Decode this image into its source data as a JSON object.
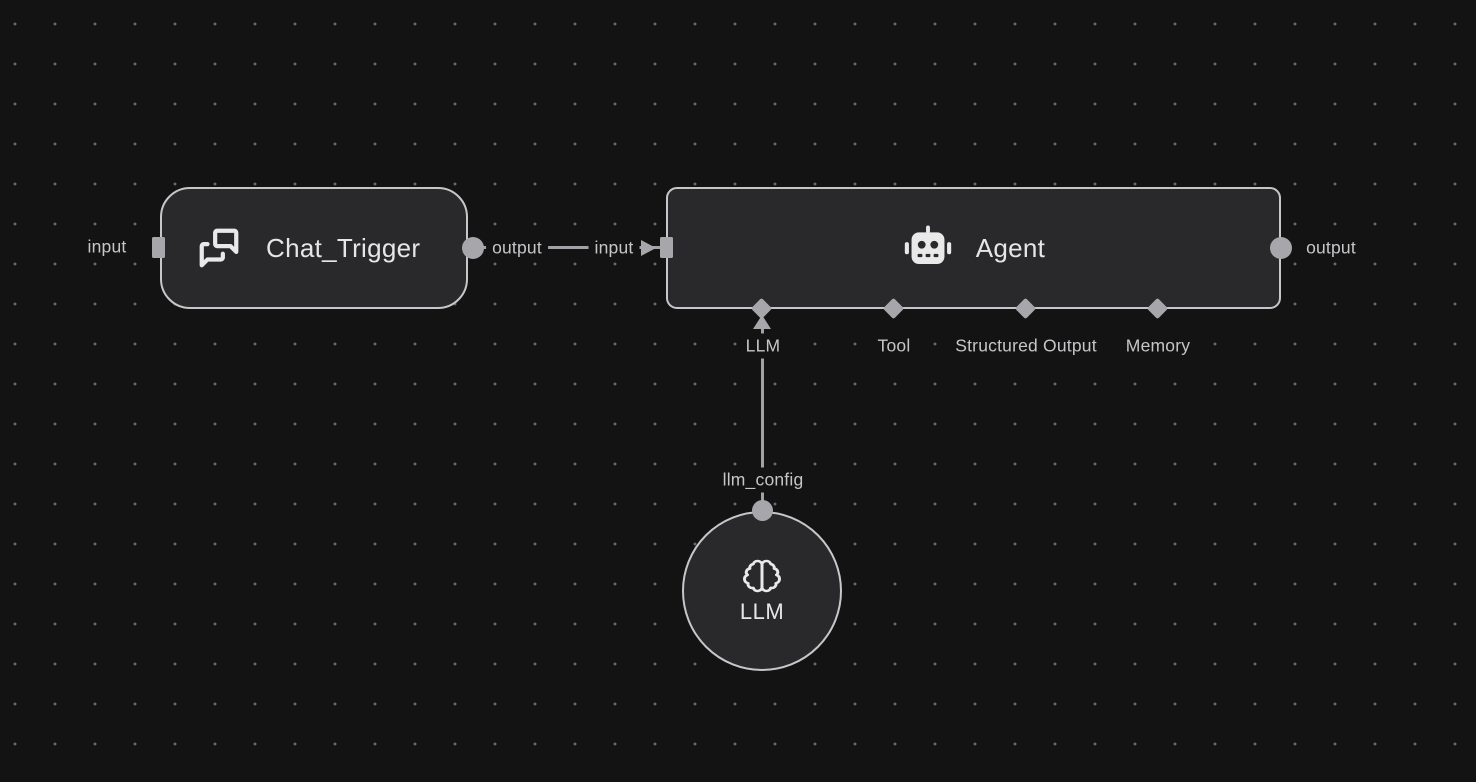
{
  "app": {
    "view": "workflow-canvas"
  },
  "colors": {
    "canvas_bg": "#131314",
    "grid_dot": "#6a6a6e",
    "node_fill": "#29292b",
    "node_border": "#c7c7ca",
    "connector": "#a6a6ab",
    "edge": "#a2a2a6",
    "title_text": "#e6e6e8",
    "label_text": "#c6c6c9",
    "icon_color": "#e9e9ea"
  },
  "nodes": {
    "chat_trigger": {
      "title": "Chat_Trigger",
      "icon": "chat-bubbles-icon",
      "ports": {
        "input": "input",
        "output": "output"
      }
    },
    "agent": {
      "title": "Agent",
      "icon": "robot-icon",
      "ports": {
        "input": "input",
        "output": "output"
      },
      "bottom_ports": [
        {
          "label": "LLM"
        },
        {
          "label": "Tool"
        },
        {
          "label": "Structured Output"
        },
        {
          "label": "Memory"
        }
      ]
    },
    "llm": {
      "title": "LLM",
      "icon": "brain-icon",
      "ports": {
        "top": "llm_config"
      }
    }
  },
  "edges": [
    {
      "from": "Chat_Trigger.output",
      "to": "Agent.input"
    },
    {
      "from": "LLM.llm_config",
      "to": "Agent.LLM"
    }
  ]
}
